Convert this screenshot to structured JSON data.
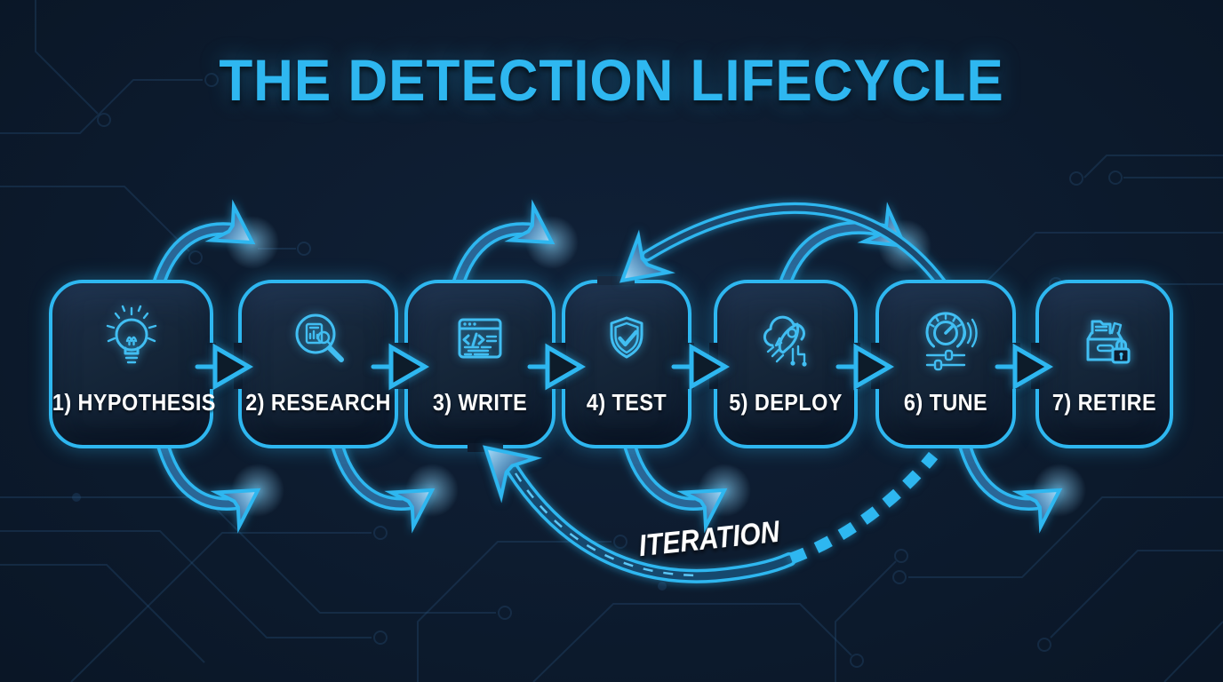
{
  "title": "THE DETECTION LIFECYCLE",
  "iteration_label": "ITERATION",
  "steps": [
    {
      "label": "1) HYPOTHESIS",
      "icon": "lightbulb-icon"
    },
    {
      "label": "2) RESEARCH",
      "icon": "magnifier-chart-icon"
    },
    {
      "label": "3) WRITE",
      "icon": "code-window-icon"
    },
    {
      "label": "4) TEST",
      "icon": "shield-check-icon"
    },
    {
      "label": "5) DEPLOY",
      "icon": "rocket-cloud-icon"
    },
    {
      "label": "6) TUNE",
      "icon": "gauge-sliders-icon"
    },
    {
      "label": "7) RETIRE",
      "icon": "archive-lock-icon"
    }
  ],
  "colors": {
    "background": "#0a1624",
    "accent": "#2eb7f0",
    "icon_stroke": "#41bef2",
    "label_text": "#ffffff",
    "box_fill_top": "#1e3049",
    "box_fill_bottom": "#0d1a2c"
  }
}
